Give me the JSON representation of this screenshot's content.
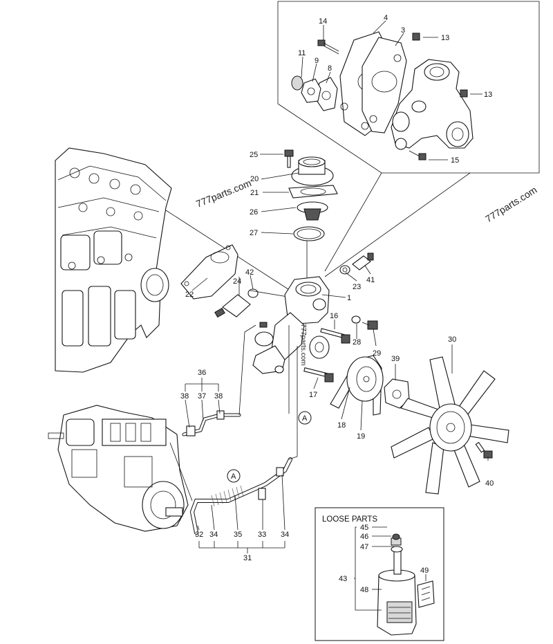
{
  "watermarks": [
    "777parts.com",
    "777parts.com",
    "777parts.com"
  ],
  "callouts": {
    "c1": "1",
    "c3": "3",
    "c4": "4",
    "c8": "8",
    "c9": "9",
    "c11": "11",
    "c13a": "13",
    "c13b": "13",
    "c14": "14",
    "c15": "15",
    "c16": "16",
    "c17": "17",
    "c18": "18",
    "c19": "19",
    "c20": "20",
    "c21": "21",
    "c22": "22",
    "c23": "23",
    "c24": "24",
    "c25": "25",
    "c26": "26",
    "c27": "27",
    "c28": "28",
    "c29": "29",
    "c30": "30",
    "c31": "31",
    "c32": "32",
    "c33": "33",
    "c34a": "34",
    "c34b": "34",
    "c35": "35",
    "c36": "36",
    "c37": "37",
    "c38a": "38",
    "c38b": "38",
    "c39": "39",
    "c40": "40",
    "c41": "41",
    "c42": "42",
    "c43": "43",
    "c45": "45",
    "c46": "46",
    "c47": "47",
    "c48": "48",
    "c49": "49"
  },
  "markers": {
    "a_upper": "A",
    "a_lower": "A"
  },
  "loose_parts": {
    "title": "LOOSE PARTS"
  }
}
